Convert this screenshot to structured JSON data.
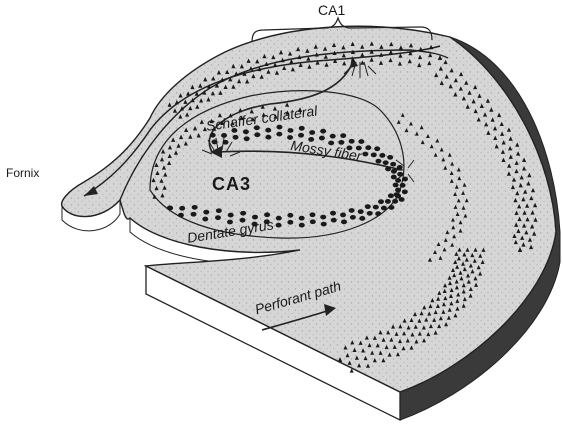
{
  "labels": {
    "ca1": "CA1",
    "fornix": "Fornix",
    "ca3": "CA3",
    "schaffer": "Schaffer collateral",
    "mossy": "Mossy fiber",
    "dentate": "Dentate gyrus",
    "perforant": "Perforant path"
  },
  "colors": {
    "slab_top": "#d9d9d9",
    "slab_side": "#ffffff",
    "slab_dark_side": "#3a3a3a",
    "outline": "#222222",
    "cells": "#1a1a1a"
  }
}
